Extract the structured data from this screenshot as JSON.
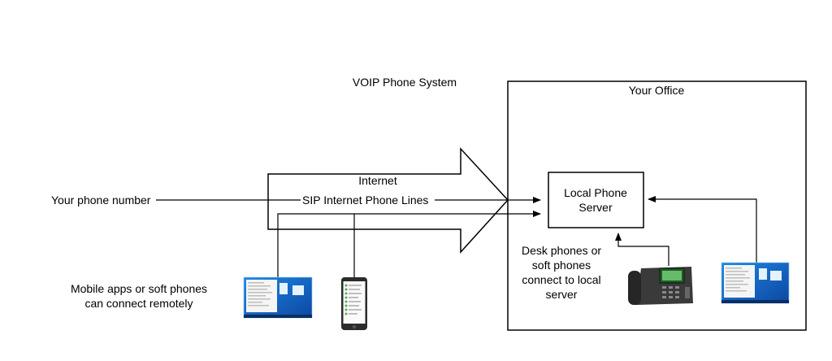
{
  "title": "VOIP Phone System",
  "office": {
    "label": "Your Office"
  },
  "internet": {
    "label": "Internet"
  },
  "phone_number": {
    "label": "Your phone number"
  },
  "sip_lines": {
    "label": "SIP Internet Phone Lines"
  },
  "server": {
    "line1": "Local Phone",
    "line2": "Server"
  },
  "remote_note": {
    "line1": "Mobile apps or soft phones",
    "line2": "can connect remotely"
  },
  "local_note": {
    "line1": "Desk phones or",
    "line2": "soft phones",
    "line3": "connect to local",
    "line4": "server"
  },
  "colors": {
    "stroke": "#000000",
    "desktop_blue": "#1565c0",
    "desktop_blue_light": "#42a5f5",
    "phone_body": "#3a3a3a",
    "phone_screen": "#4caf50"
  },
  "icons": [
    "desktop-screen-icon",
    "smartphone-icon",
    "desk-phone-icon"
  ]
}
